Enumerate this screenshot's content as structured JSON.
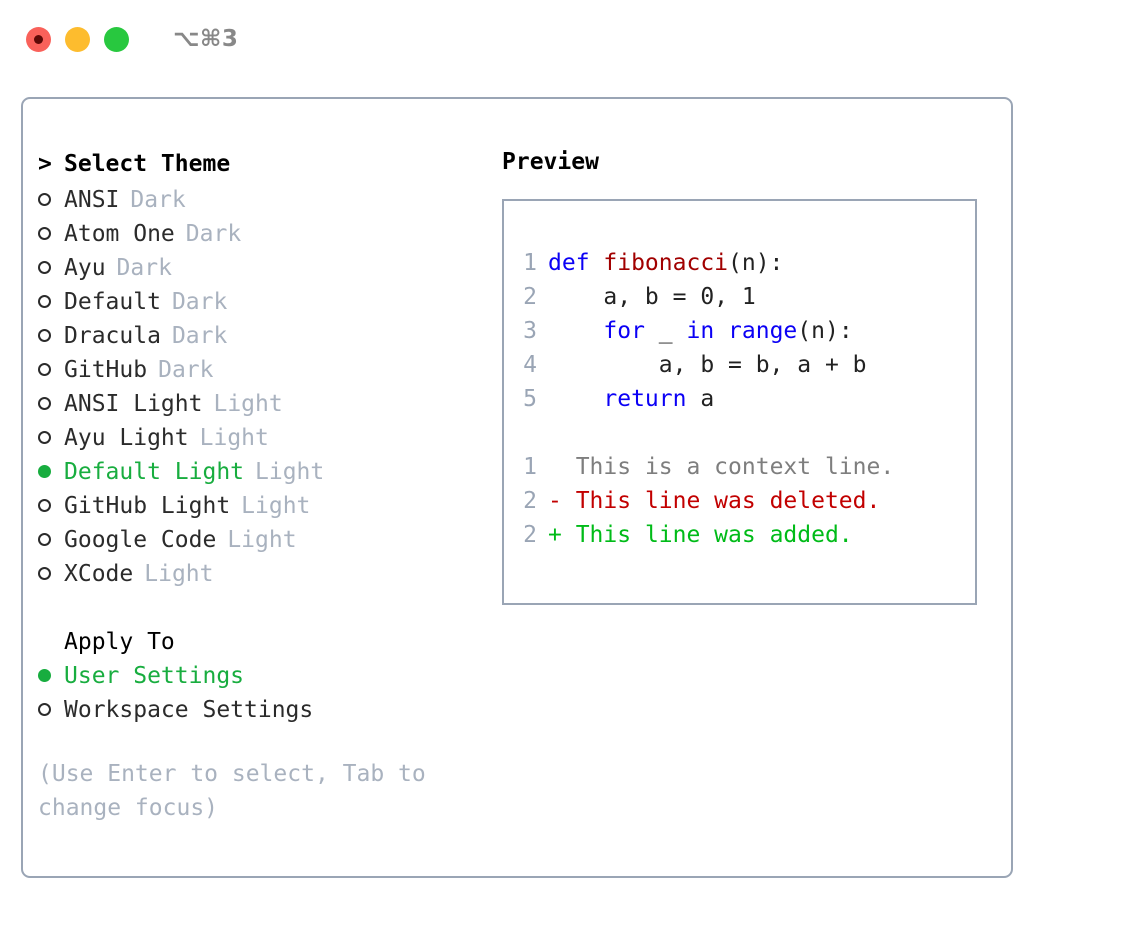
{
  "titlebar": {
    "shortcut": "⌥⌘3",
    "lights": [
      {
        "name": "close",
        "color": "#f9615a"
      },
      {
        "name": "minimize",
        "color": "#fdbc2e"
      },
      {
        "name": "zoom",
        "color": "#28c83f"
      }
    ]
  },
  "theme_picker": {
    "heading": "Select Theme",
    "caret": ">",
    "items": [
      {
        "label": "ANSI",
        "suffix": "Dark",
        "selected": false
      },
      {
        "label": "Atom One",
        "suffix": "Dark",
        "selected": false
      },
      {
        "label": "Ayu",
        "suffix": "Dark",
        "selected": false
      },
      {
        "label": "Default",
        "suffix": "Dark",
        "selected": false
      },
      {
        "label": "Dracula",
        "suffix": "Dark",
        "selected": false
      },
      {
        "label": "GitHub",
        "suffix": "Dark",
        "selected": false
      },
      {
        "label": "ANSI Light",
        "suffix": "Light",
        "selected": false
      },
      {
        "label": "Ayu Light",
        "suffix": "Light",
        "selected": false
      },
      {
        "label": "Default Light",
        "suffix": "Light",
        "selected": true
      },
      {
        "label": "GitHub Light",
        "suffix": "Light",
        "selected": false
      },
      {
        "label": "Google Code",
        "suffix": "Light",
        "selected": false
      },
      {
        "label": "XCode",
        "suffix": "Light",
        "selected": false
      }
    ]
  },
  "apply_to": {
    "heading": "Apply To",
    "options": [
      {
        "label": "User Settings",
        "selected": true
      },
      {
        "label": "Workspace Settings",
        "selected": false
      }
    ]
  },
  "hint": "(Use Enter to select, Tab to change focus)",
  "preview": {
    "title": "Preview",
    "code_lines": [
      {
        "lineno": "1",
        "tokens": [
          {
            "text": "def ",
            "type": "kw"
          },
          {
            "text": "fibonacci",
            "type": "fn"
          },
          {
            "text": "(n):",
            "type": "plain"
          }
        ]
      },
      {
        "lineno": "2",
        "tokens": [
          {
            "text": "    a, b = 0, 1",
            "type": "plain"
          }
        ]
      },
      {
        "lineno": "3",
        "tokens": [
          {
            "text": "    ",
            "type": "plain"
          },
          {
            "text": "for",
            "type": "kw"
          },
          {
            "text": " _ ",
            "type": "plain"
          },
          {
            "text": "in",
            "type": "kw"
          },
          {
            "text": " ",
            "type": "plain"
          },
          {
            "text": "range",
            "type": "kw"
          },
          {
            "text": "(n):",
            "type": "plain"
          }
        ]
      },
      {
        "lineno": "4",
        "tokens": [
          {
            "text": "        a, b = b, a + b",
            "type": "plain"
          }
        ]
      },
      {
        "lineno": "5",
        "tokens": [
          {
            "text": "    ",
            "type": "plain"
          },
          {
            "text": "return",
            "type": "kw"
          },
          {
            "text": " a",
            "type": "plain"
          }
        ]
      }
    ],
    "diff_lines": [
      {
        "lineno": "1",
        "sign": " ",
        "text": " This is a context line.",
        "kind": "context"
      },
      {
        "lineno": "2",
        "sign": "-",
        "text": " This line was deleted.",
        "kind": "del"
      },
      {
        "lineno": "2",
        "sign": "+",
        "text": " This line was added.",
        "kind": "add"
      }
    ]
  },
  "colors": {
    "border": "#9aa5b5",
    "selected_green": "#18ad3f",
    "muted": "#a9b2bf",
    "keyword_blue": "#0b00f5",
    "function_red": "#a10000",
    "diff_add_green": "#00bb18",
    "diff_del_red": "#c20000",
    "diff_context_gray": "#7e7e7e",
    "lineno_gray": "#9aa5b5"
  }
}
